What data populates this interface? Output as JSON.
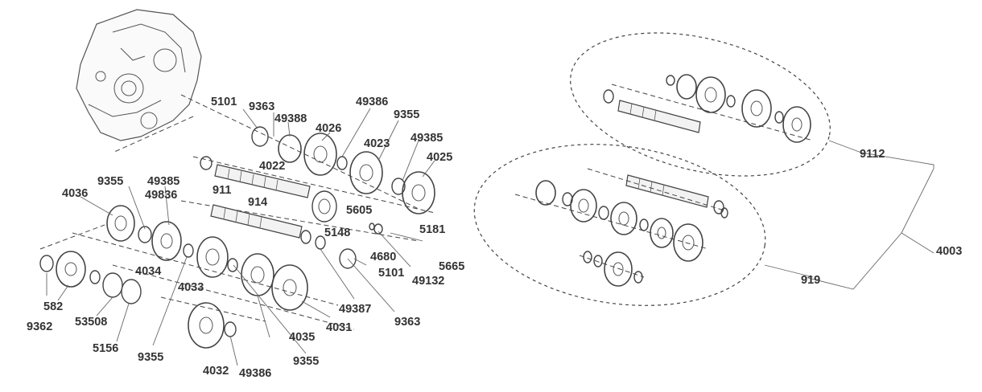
{
  "labels": {
    "l5101a": "5101",
    "l9363a": "9363",
    "l49388": "49388",
    "l4026": "4026",
    "l49386a": "49386",
    "l9355a": "9355",
    "l49385a": "49385",
    "l4025": "4025",
    "l4023": "4023",
    "l4022": "4022",
    "l9355b": "9355",
    "l49385b": "49385",
    "l49836": "49836",
    "l4036": "4036",
    "l911": "911",
    "l914": "914",
    "l5605": "5605",
    "l5181": "5181",
    "l5148": "5148",
    "l5665": "5665",
    "l4680": "4680",
    "l5101b": "5101",
    "l49132": "49132",
    "l4034": "4034",
    "l4033": "4033",
    "l49387": "49387",
    "l9363b": "9363",
    "l582": "582",
    "l9362": "9362",
    "l53508": "53508",
    "l5156": "5156",
    "l9355c": "9355",
    "l4035": "4035",
    "l4031": "4031",
    "l4032": "4032",
    "l49386b": "49386",
    "l9355d": "9355",
    "l9112": "9112",
    "l4003": "4003",
    "l919": "919"
  }
}
